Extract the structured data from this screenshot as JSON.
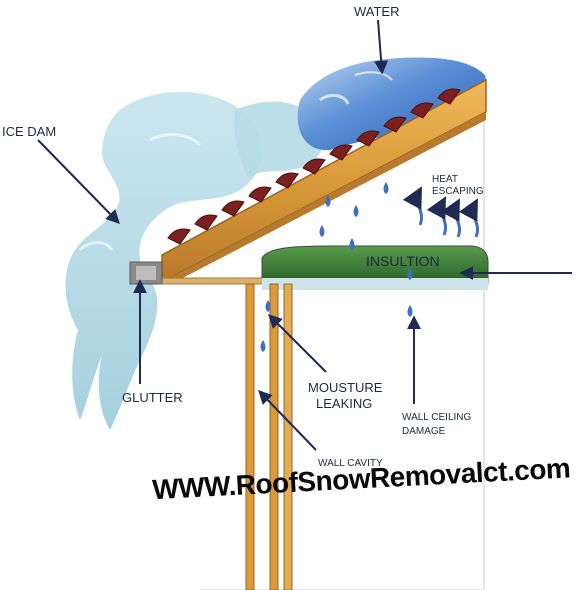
{
  "labels": {
    "water": "WATER",
    "ice_dam": "ICE DAM",
    "heat_line1": "HEAT",
    "heat_line2": "ESCAPING",
    "insulation": "INSULTION",
    "glutter": "GLUTTER",
    "moisture_line1": "MOUSTURE",
    "moisture_line2": "LEAKING",
    "wall_ceiling_line1": "WALL CEILING",
    "wall_ceiling_line2": "DAMAGE",
    "wall_cavity": "WALL CAVITY"
  },
  "website": "WWW.RoofSnowRemovalct.com",
  "colors": {
    "ice": "#a9d3e0",
    "water": "#3f6fbf",
    "shingle": "#7b1f1f",
    "wood": "#d99a3a",
    "insulation": "#3e7a3a",
    "arrow": "#1f2a55"
  }
}
